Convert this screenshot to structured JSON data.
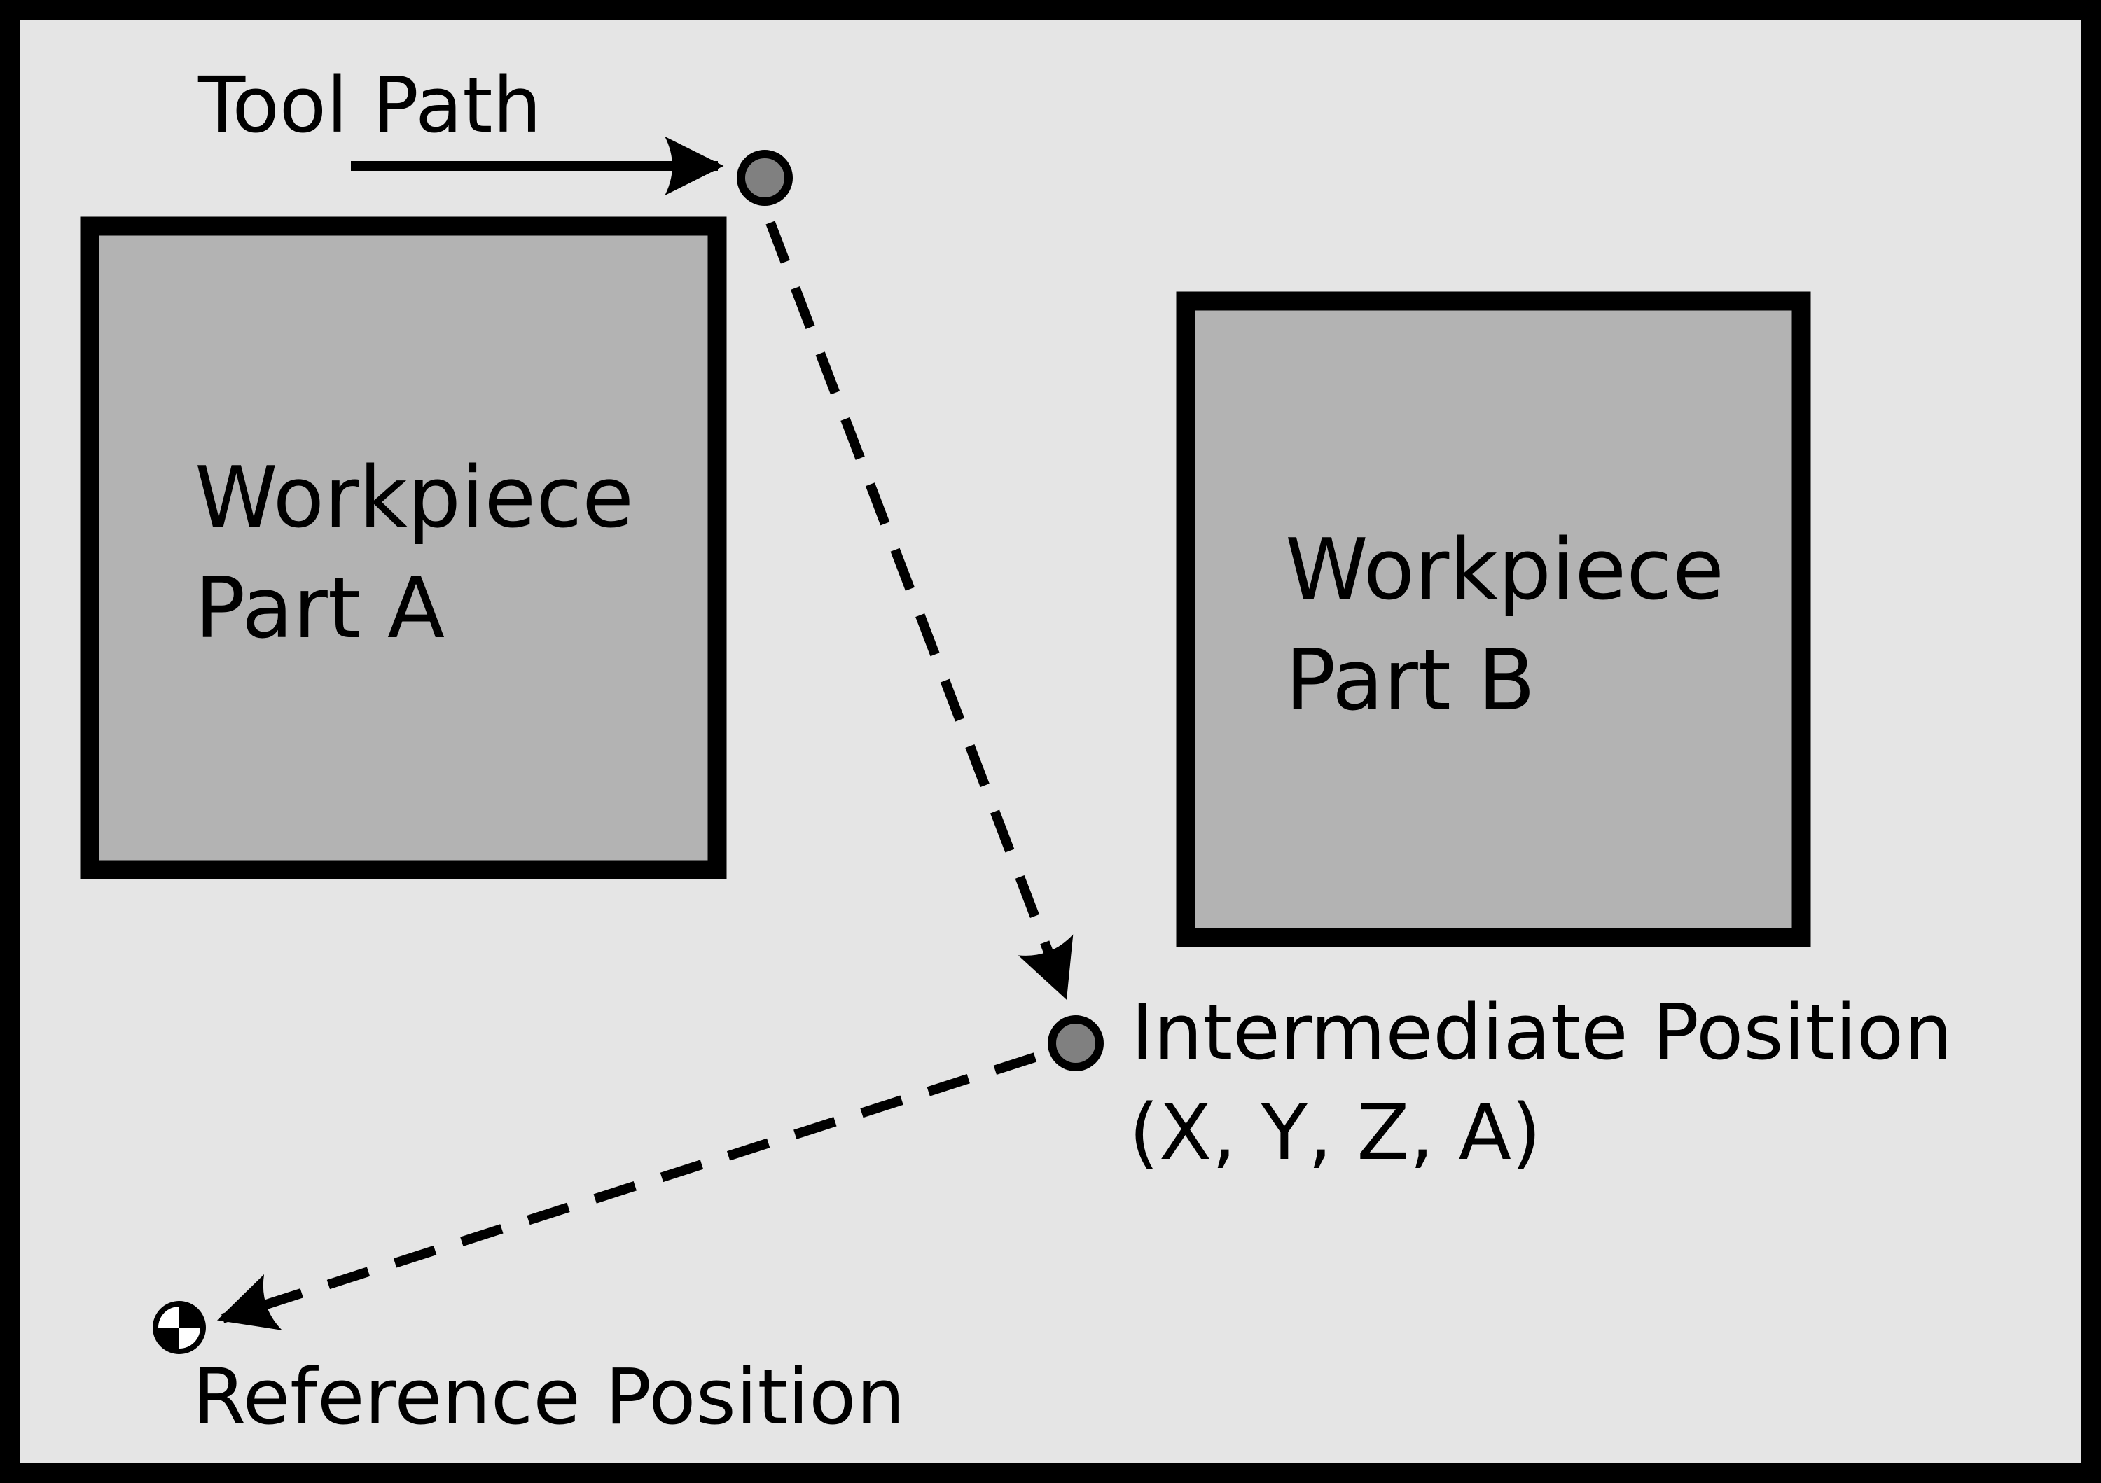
{
  "diagram": {
    "tool_path_label": "Tool Path",
    "part_a": {
      "line1": "Workpiece",
      "line2": "Part A"
    },
    "part_b": {
      "line1": "Workpiece",
      "line2": "Part B"
    },
    "intermediate": {
      "line1": "Intermediate Position",
      "line2": "(X, Y, Z, A)"
    },
    "reference_label": "Reference Position"
  },
  "colors": {
    "background": "#e5e5e5",
    "workpiece_fill": "#b3b3b3",
    "point_fill": "#808080",
    "stroke": "#000000"
  }
}
